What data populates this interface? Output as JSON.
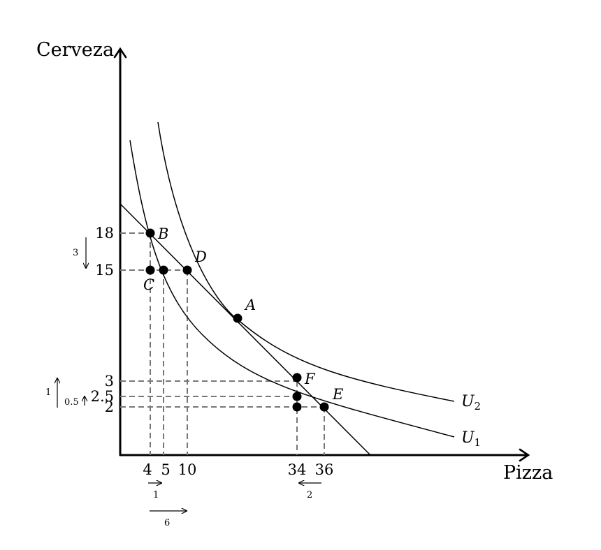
{
  "axes": {
    "x_label": "Pizza",
    "y_label": "Cerveza"
  },
  "x_ticks": [
    "4",
    "5",
    "10",
    "34",
    "36"
  ],
  "y_ticks": [
    "18",
    "15",
    "3",
    "2.5",
    "2"
  ],
  "curves": {
    "u2_label": "U",
    "u2_sub": "2",
    "u1_label": "U",
    "u1_sub": "1"
  },
  "points": {
    "a": "A",
    "b": "B",
    "c": "C",
    "d": "D",
    "e": "E",
    "f": "F"
  },
  "deltas": {
    "y_3": "3",
    "y_1": "1",
    "y_05": "0.5",
    "x_1": "1",
    "x_2": "2",
    "x_6": "6"
  }
}
